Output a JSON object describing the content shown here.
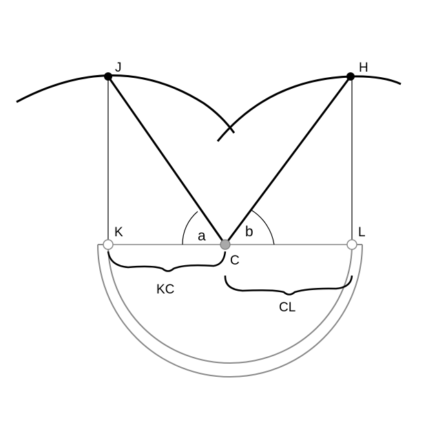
{
  "labels": {
    "J": "J",
    "H": "H",
    "K": "K",
    "L": "L",
    "C": "C",
    "a": "a",
    "b": "b",
    "KC": "KC",
    "CL": "CL"
  },
  "colors": {
    "ink": "#000000",
    "gray_line": "#8a8a8a",
    "point_C_fill": "#a9a9a9",
    "open_point_fill": "#ffffff"
  }
}
